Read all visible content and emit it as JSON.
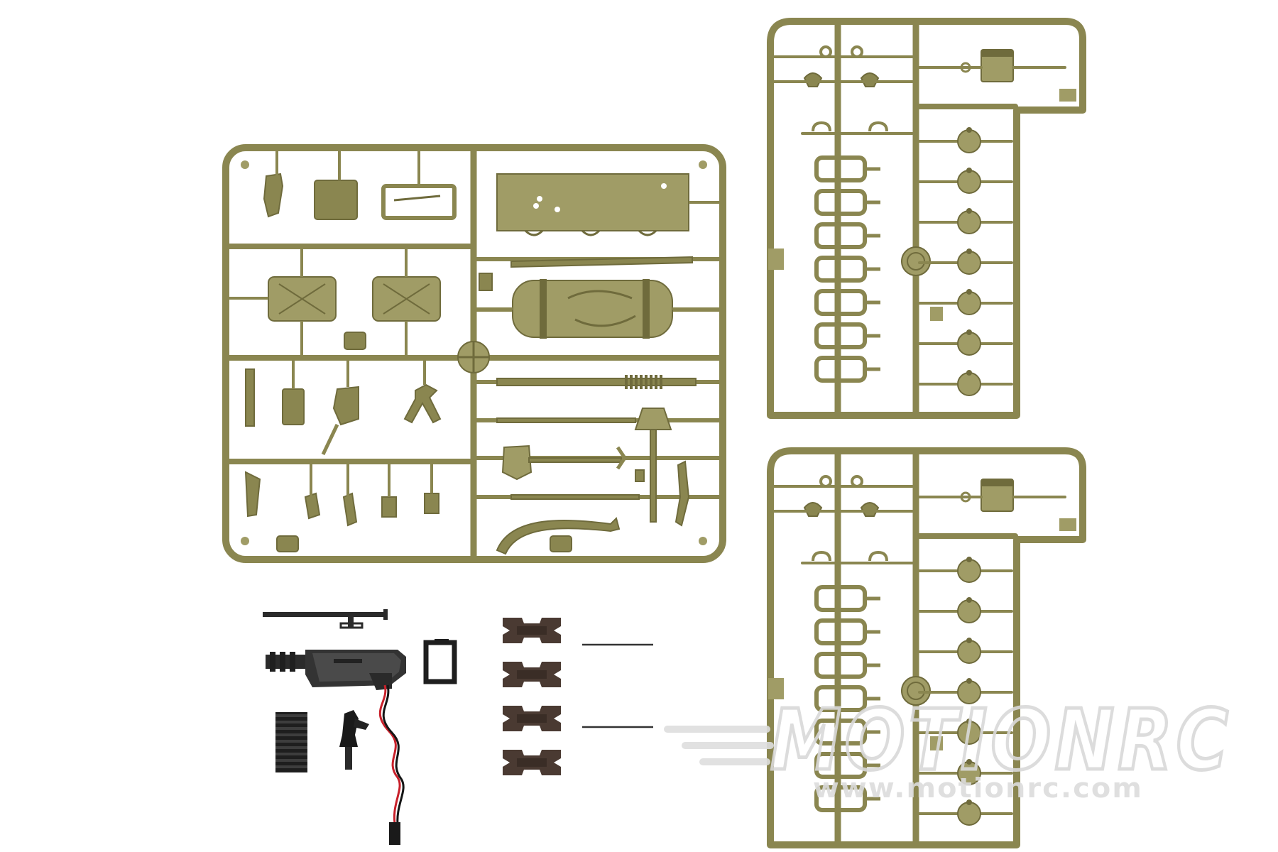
{
  "scene": {
    "subject": "Plastic model kit sprues with accessory parts, machine gun, tracks and wiring",
    "colors": {
      "background": "#ffffff",
      "sprue": "#8a8650",
      "sprue_dark": "#6f6b3c",
      "sprue_light": "#a09c66",
      "metal_dark": "#2b2b2b",
      "track_brown": "#4a3a32",
      "wire_red": "#c8202a",
      "wire_black": "#151515",
      "watermark": "#d9d9d9"
    },
    "objects": [
      "large-accessory-sprue",
      "small-sprue-top",
      "small-sprue-bottom",
      "machine-gun-assembly",
      "gun-barrel-rod",
      "gun-mount-bracket",
      "gun-spring",
      "gun-plug-connector",
      "track-links",
      "track-pins"
    ]
  },
  "watermark": {
    "brand": "MOTIONRC",
    "url": "www.motionrc.com"
  }
}
